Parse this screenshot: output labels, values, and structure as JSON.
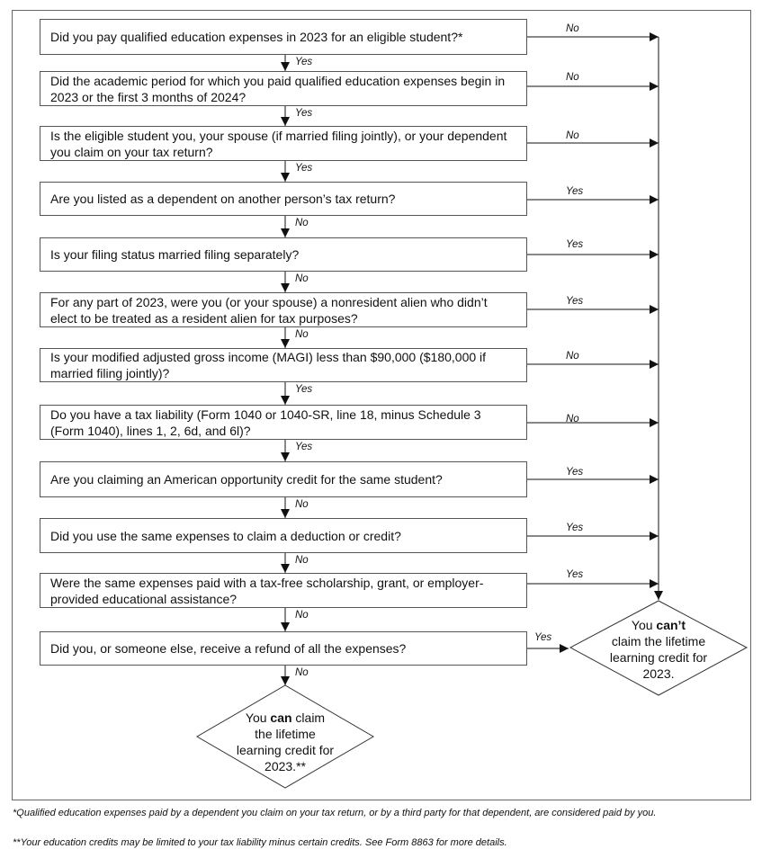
{
  "questions": [
    {
      "text": "Did you pay qualified education expenses in 2023 for an eligible student?*",
      "down_label": "Yes",
      "side_label": "No"
    },
    {
      "text": "Did the academic period for which you paid qualified education expenses begin in 2023 or the first 3 months of 2024?",
      "down_label": "Yes",
      "side_label": "No"
    },
    {
      "text": "Is the eligible student you, your spouse (if married filing jointly), or your dependent you claim on your tax return?",
      "down_label": "Yes",
      "side_label": "No"
    },
    {
      "text": "Are you listed as a dependent on another person’s tax return?",
      "down_label": "No",
      "side_label": "Yes"
    },
    {
      "text": "Is your filing status married filing separately?",
      "down_label": "No",
      "side_label": "Yes"
    },
    {
      "text": "For any part of 2023, were you (or your spouse) a nonresident alien who didn’t elect to be treated as a resident alien for tax purposes?",
      "down_label": "No",
      "side_label": "Yes"
    },
    {
      "text": "Is your modified adjusted gross income (MAGI) less than $90,000 ($180,000 if married filing jointly)?",
      "down_label": "Yes",
      "side_label": "No"
    },
    {
      "text": "Do you have a tax liability (Form 1040 or 1040-SR, line 18, minus Schedule 3 (Form 1040), lines 1, 2, 6d, and 6l)?",
      "down_label": "Yes",
      "side_label": "No"
    },
    {
      "text": "Are you claiming an American opportunity credit for the same student?",
      "down_label": "No",
      "side_label": "Yes"
    },
    {
      "text": "Did you use the same expenses to claim a deduction or credit?",
      "down_label": "No",
      "side_label": "Yes"
    },
    {
      "text": "Were the same expenses paid with a tax-free scholarship, grant, or employer-provided educational assistance?",
      "down_label": "No",
      "side_label": "Yes"
    },
    {
      "text": "Did you, or someone else, receive a refund of all the expenses?",
      "down_label": "No",
      "side_label": "Yes"
    }
  ],
  "outcome_cant": {
    "pre": "You ",
    "strong": "can’t",
    "post": "claim the lifetime learning credit for 2023."
  },
  "outcome_can": {
    "pre": "You ",
    "strong": "can",
    "post": " claim the lifetime learning credit for 2023.**"
  },
  "footnotes": [
    {
      "mark": "*",
      "text": "Qualified education expenses paid by a dependent you claim on your tax return, or by a third party for that dependent, are considered paid by you."
    },
    {
      "mark": "**",
      "text": "Your education credits may be limited to your tax liability minus certain credits. See Form 8863 for more details."
    }
  ]
}
